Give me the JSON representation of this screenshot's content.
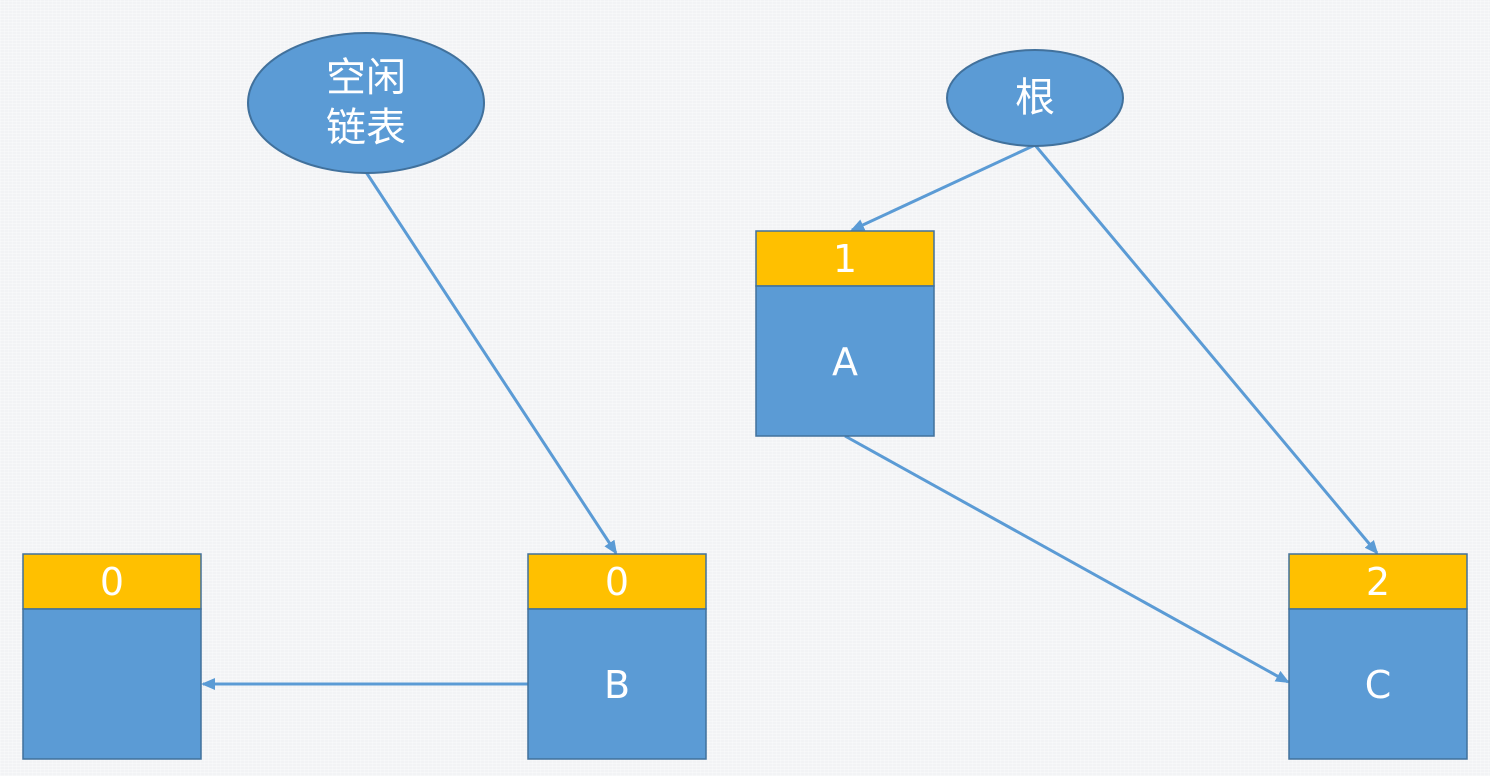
{
  "colors": {
    "blue": "#5b9bd5",
    "blue_border": "#41719c",
    "orange": "#ffc000",
    "arrow": "#5b9bd5",
    "text": "#ffffff"
  },
  "ellipses": {
    "free_list": {
      "line1": "空闲",
      "line2": "链表"
    },
    "root": {
      "label": "根"
    }
  },
  "boxes": {
    "unnamed": {
      "count": "0",
      "label": ""
    },
    "b": {
      "count": "0",
      "label": "B"
    },
    "a": {
      "count": "1",
      "label": "A"
    },
    "c": {
      "count": "2",
      "label": "C"
    }
  }
}
